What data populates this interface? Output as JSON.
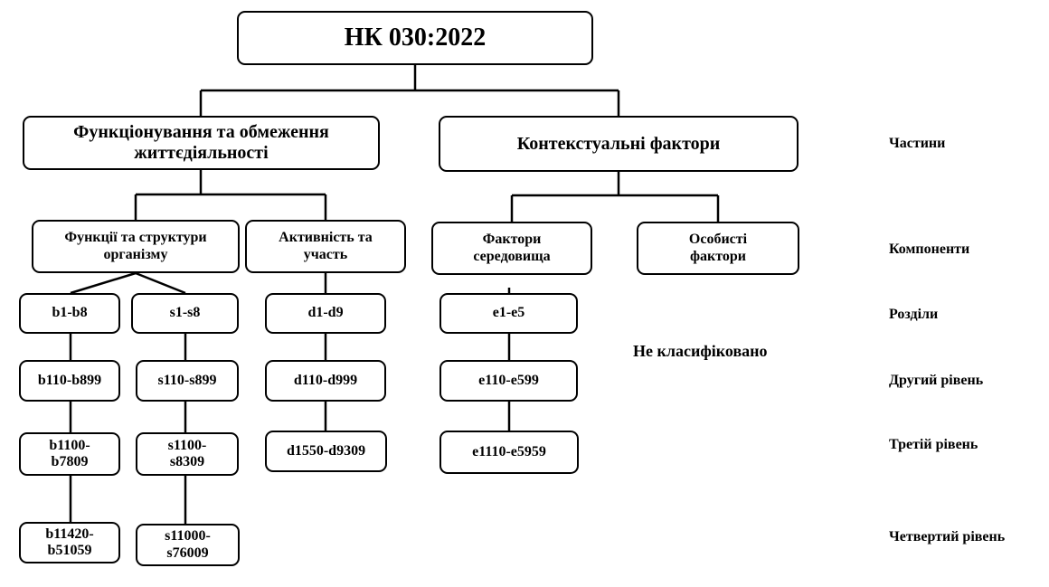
{
  "root": "НК 030:2022",
  "parts": {
    "functioning": "Функціонування та обмеження\nжиттєдіяльності",
    "contextual": "Контекстуальні фактори"
  },
  "components": {
    "body": "Функції та структури\nорганізму",
    "activity": "Активність та\nучасть",
    "environment": "Фактори\nсередовища",
    "personal": "Особисті\nфактори"
  },
  "codes": {
    "b1": "b1-b8",
    "s1": "s1-s8",
    "d1": "d1-d9",
    "e1": "e1-e5",
    "b2": "b110-b899",
    "s2": "s110-s899",
    "d2": "d110-d999",
    "e2": "e110-e599",
    "b3": "b1100-\nb7809",
    "s3": "s1100-\ns8309",
    "d3": "d1550-d9309",
    "e3": "e1110-e5959",
    "b4": "b11420-\nb51059",
    "s4": "s11000-\ns76009"
  },
  "not_classified": "Не класифіковано",
  "levels": {
    "parts": "Частини",
    "components": "Компоненти",
    "chapters": "Розділи",
    "second": "Другий рівень",
    "third": "Третій рівень",
    "fourth": "Четвертий рівень"
  }
}
